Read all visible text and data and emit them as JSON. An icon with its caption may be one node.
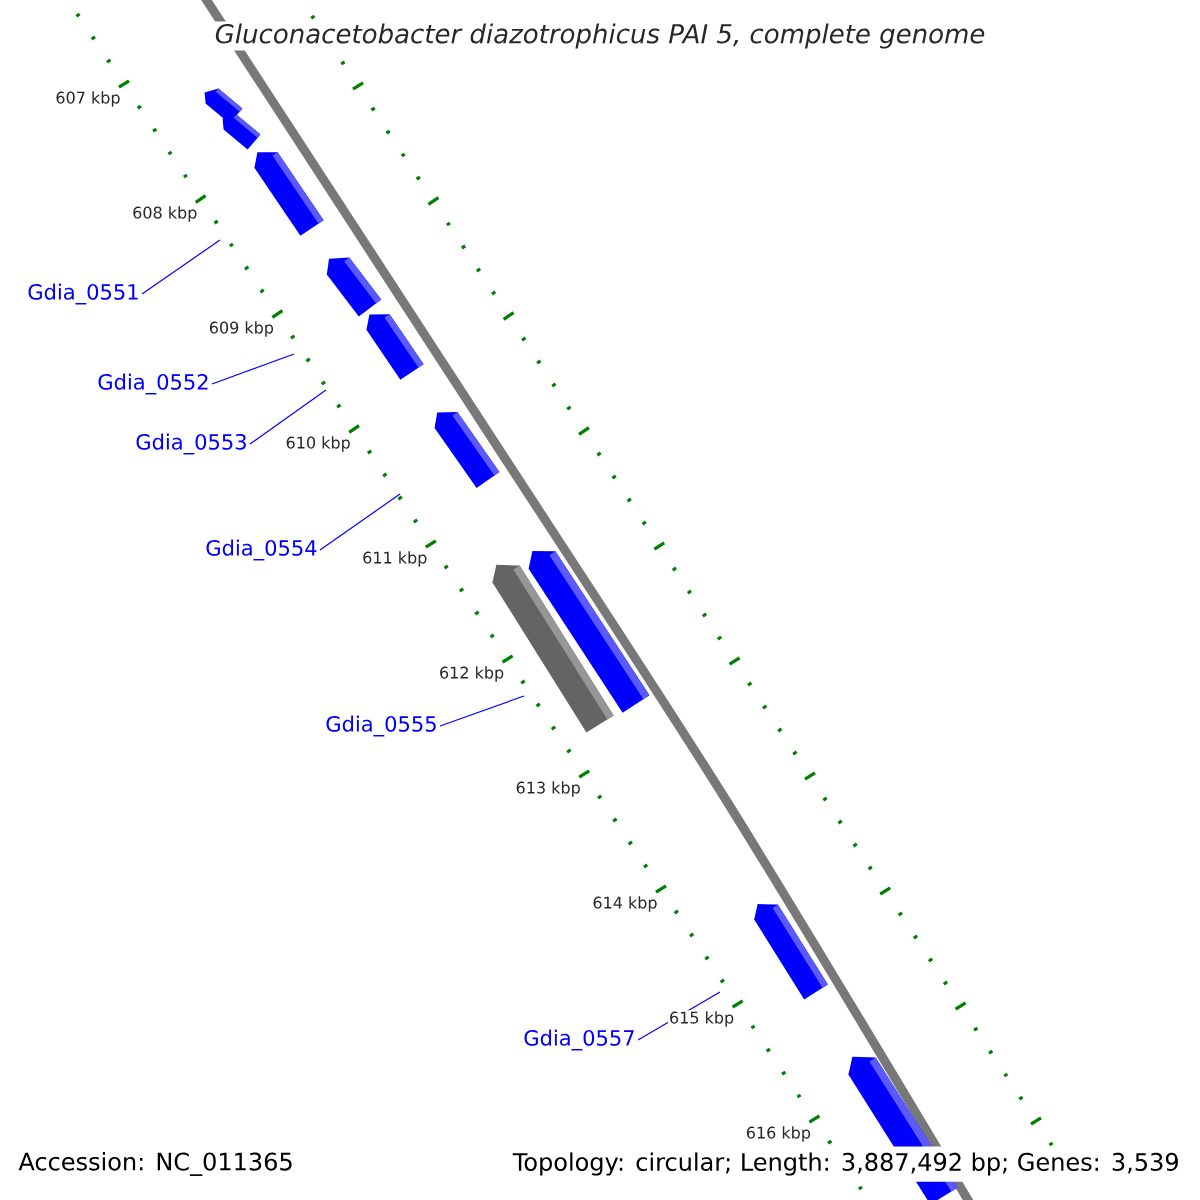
{
  "diagram": {
    "title": "Gluconacetobacter diazotrophicus PAI 5, complete genome",
    "nodes": [
      {
        "text": [
          "Gdia_0551"
        ]
      },
      {
        "text": [
          "Gdia_0552"
        ]
      },
      {
        "text": [
          "Gdia_0553"
        ]
      },
      {
        "text": [
          "Gdia_0554"
        ]
      },
      {
        "text": [
          "Gdia_0555"
        ]
      },
      {
        "text": [
          "Gdia_0557"
        ]
      }
    ],
    "edges": [
      {
        "from": 0,
        "to": null,
        "arrow": "none"
      },
      {
        "from": 1,
        "to": null,
        "arrow": "none"
      },
      {
        "from": 2,
        "to": null,
        "arrow": "none"
      },
      {
        "from": 3,
        "to": null,
        "arrow": "none"
      },
      {
        "from": 4,
        "to": null,
        "arrow": "none"
      },
      {
        "from": 5,
        "to": null,
        "arrow": "none"
      }
    ],
    "labels": [
      "607 kbp",
      "608 kbp",
      "609 kbp",
      "610 kbp",
      "611 kbp",
      "612 kbp",
      "613 kbp",
      "614 kbp",
      "615 kbp",
      "616 kbp",
      "Accession: NC_011365",
      "Topology: circular; Length: 3,887,492 bp; Genes: 3,539"
    ]
  }
}
